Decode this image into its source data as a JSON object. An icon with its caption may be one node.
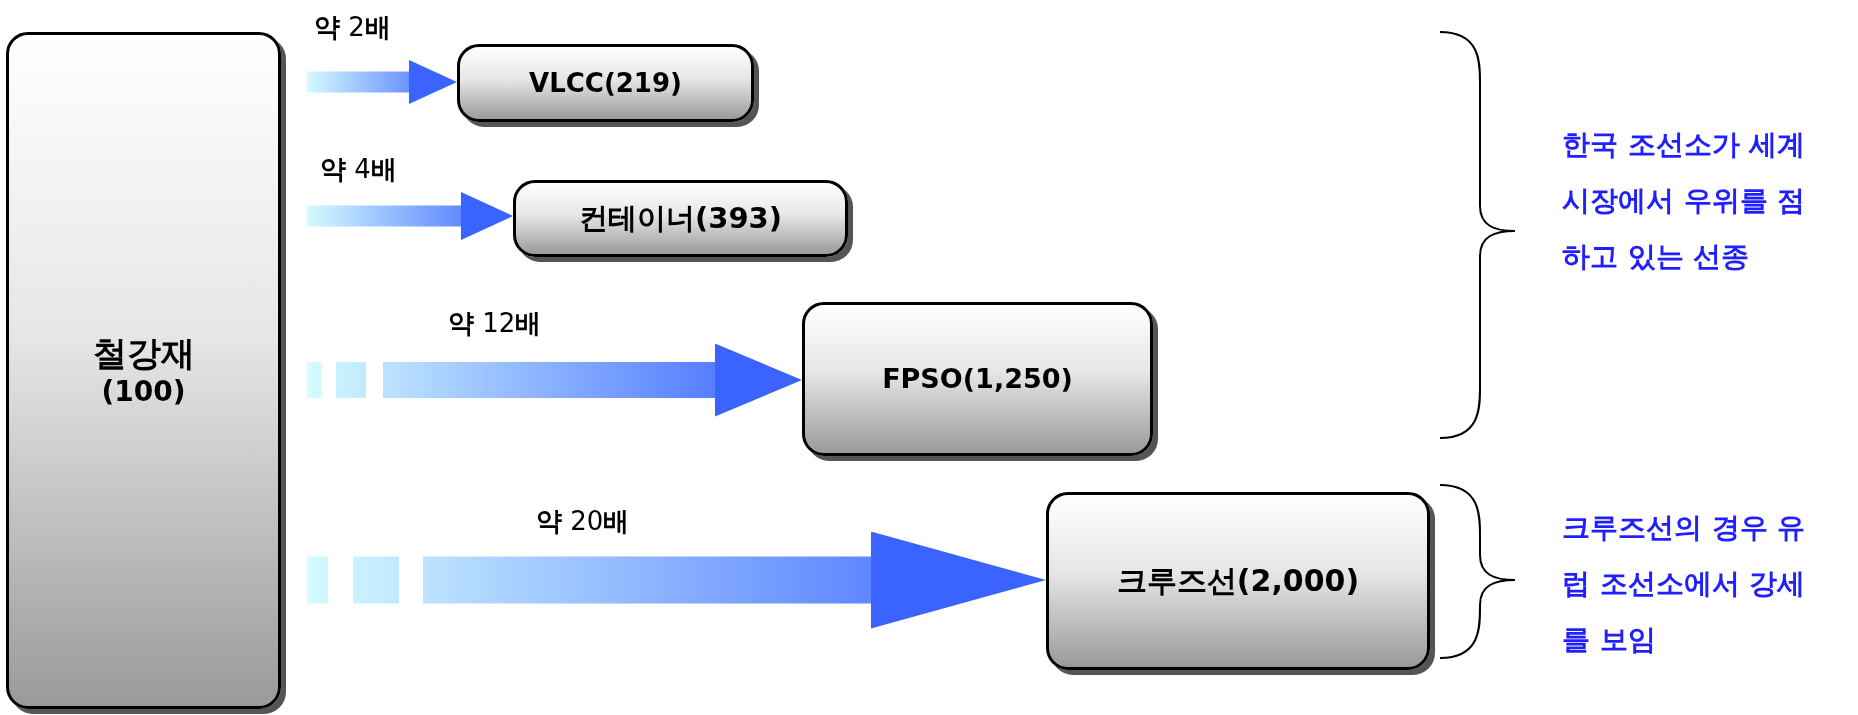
{
  "diagram": {
    "nodes": [
      {
        "text": [
          "철강재",
          "(100)"
        ]
      },
      {
        "text": [
          "VLCC(219)"
        ]
      },
      {
        "text": [
          "컨테이너(393)"
        ]
      },
      {
        "text": [
          "FPSO(1,250)"
        ]
      },
      {
        "text": [
          "크루즈선(2,000)"
        ]
      }
    ],
    "edges": [
      {
        "from": 0,
        "to": 1,
        "arrow": "to",
        "label": "**약** 2**배**"
      },
      {
        "from": 0,
        "to": 2,
        "arrow": "to",
        "label": "**약** 4**배**"
      },
      {
        "from": 0,
        "to": 3,
        "arrow": "to",
        "label": "**약** 12**배**",
        "style": "dashed"
      },
      {
        "from": 0,
        "to": 4,
        "arrow": "to",
        "label": "**약** 20**배**",
        "style": "dashed"
      }
    ],
    "labels": [
      "한국 조선소가 세계 시장에서 우위를 점하고 있는 선종",
      "크루즈선의 경우 유럽 조선소에서 강세를 보임"
    ]
  }
}
